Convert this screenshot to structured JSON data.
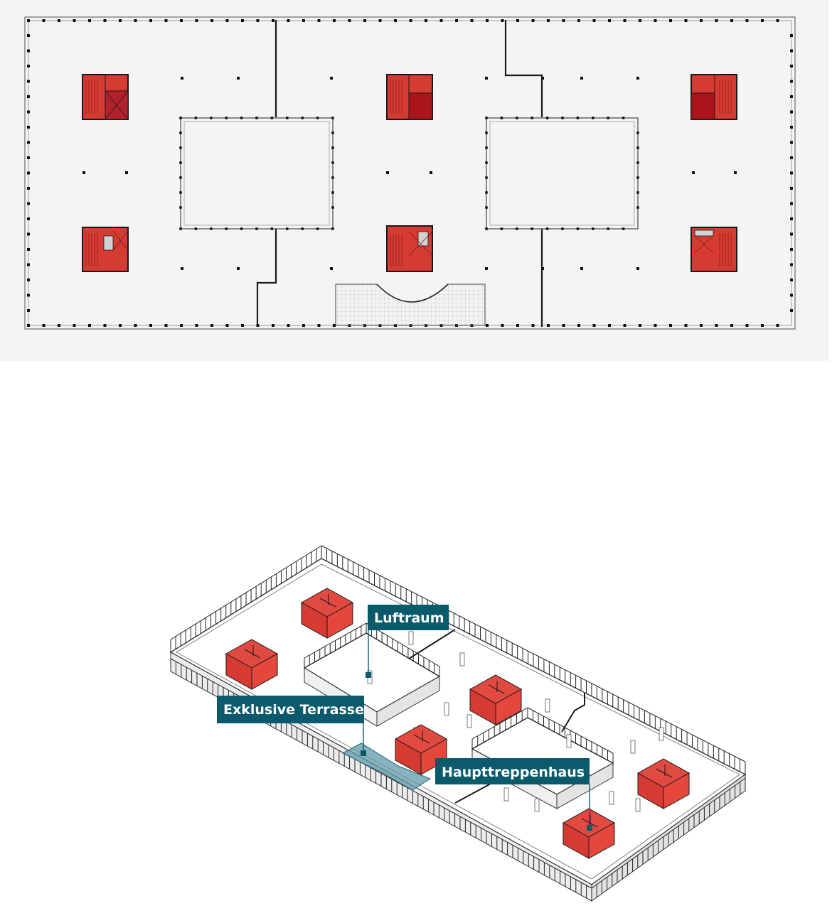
{
  "colors": {
    "core_red": "#d63b33",
    "core_dark_red": "#a9151a",
    "wall": "#1a1a1a",
    "floor_bg": "#f4f4f4",
    "callout_bg": "#0a5a6b",
    "callout_text": "#ffffff",
    "terrace_fill": "#5f9aa8"
  },
  "callouts": {
    "luftraum": "Luftraum",
    "terrasse": "Exklusive Terrasse",
    "treppenhaus": "Haupttreppenhaus"
  }
}
